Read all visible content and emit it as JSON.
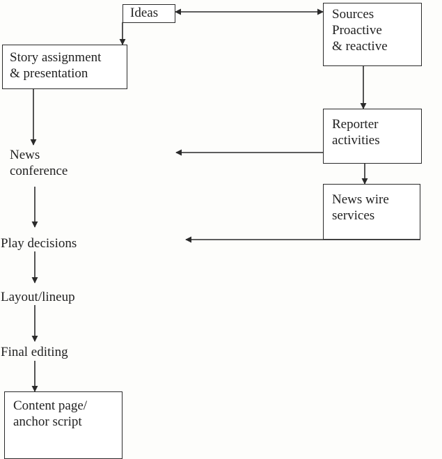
{
  "diagram": {
    "ideas": {
      "line1": "Ideas"
    },
    "sources": {
      "line1": "Sources",
      "line2": "Proactive",
      "line3": "& reactive"
    },
    "story_assignment": {
      "line1": "Story assignment",
      "line2": "& presentation"
    },
    "reporter_activities": {
      "line1": "Reporter",
      "line2": "activities"
    },
    "news_conference": {
      "line1": "News",
      "line2": "conference"
    },
    "news_wire_services": {
      "line1": "News wire",
      "line2": "services"
    },
    "play_decisions": {
      "line1": "Play decisions"
    },
    "layout_lineup": {
      "line1": "Layout/lineup"
    },
    "final_editing": {
      "line1": "Final editing"
    },
    "content_page": {
      "line1": "Content page/",
      "line2": "anchor script"
    }
  },
  "colors": {
    "line": "#2a2a2a",
    "text": "#222222",
    "background": "#fdfdfb"
  }
}
